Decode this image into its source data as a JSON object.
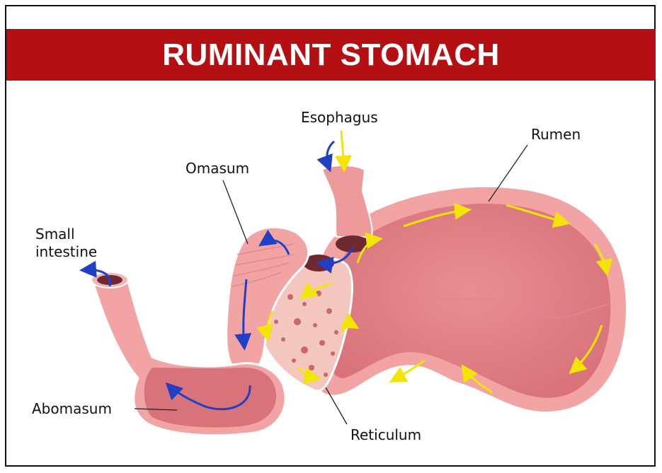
{
  "title": "RUMINANT STOMACH",
  "labels": {
    "esophagus": "Esophagus",
    "rumen": "Rumen",
    "omasum": "Omasum",
    "small_intestine_line1": "Small",
    "small_intestine_line2": "intestine",
    "abomasum": "Abomasum",
    "reticulum": "Reticulum"
  },
  "colors": {
    "title_bar": "#b40f12",
    "tissue": "#f2a3a3",
    "tissue_dark": "#c7686f",
    "flow_food": "#f2e600",
    "flow_digesta": "#1f3fc4"
  }
}
